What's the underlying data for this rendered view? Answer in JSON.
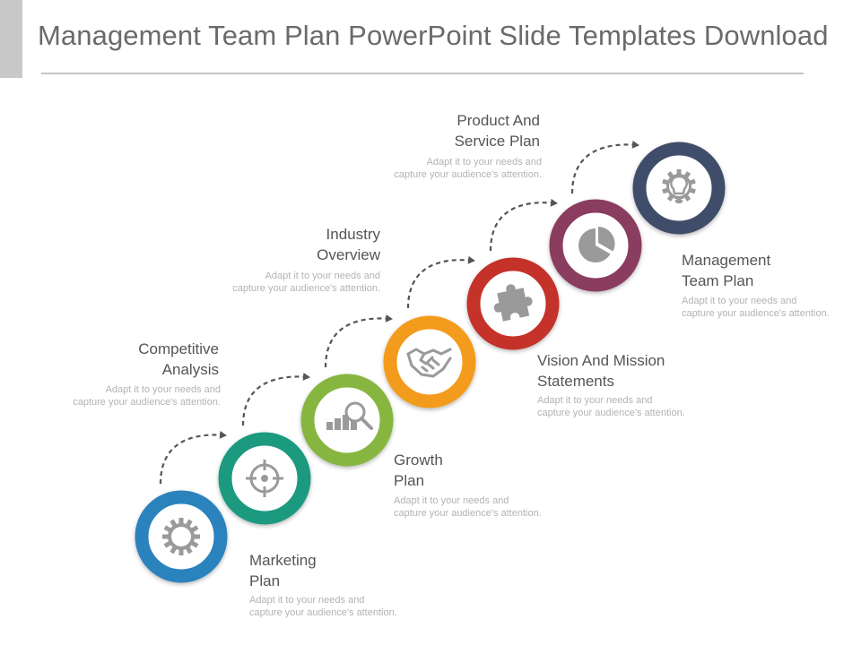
{
  "title": "Management Team Plan PowerPoint Slide Templates Download",
  "steps": [
    {
      "label_1": "Marketing",
      "label_2": "Plan",
      "desc_1": "Adapt it to your needs and",
      "desc_2": "capture your audience's attention.",
      "color": "#2c83bd",
      "icon": "gear-icon"
    },
    {
      "label_1": "Competitive",
      "label_2": "Analysis",
      "desc_1": "Adapt it to your needs and",
      "desc_2": "capture your audience's attention.",
      "color": "#1e9a80",
      "icon": "target-icon"
    },
    {
      "label_1": "Growth",
      "label_2": "Plan",
      "desc_1": "Adapt it to your needs and",
      "desc_2": "capture your audience's attention.",
      "color": "#86b640",
      "icon": "growth-search-icon"
    },
    {
      "label_1": "Industry",
      "label_2": "Overview",
      "desc_1": "Adapt it to your needs and",
      "desc_2": "capture your audience's attention.",
      "color": "#f39b1a",
      "icon": "handshake-icon"
    },
    {
      "label_1": "Vision And Mission",
      "label_2": "Statements",
      "desc_1": "Adapt it to your needs and",
      "desc_2": "capture your audience's attention.",
      "color": "#c4302a",
      "icon": "puzzle-icon"
    },
    {
      "label_1": "Product And",
      "label_2": "Service Plan",
      "desc_1": "Adapt it to your needs and",
      "desc_2": "capture your audience's attention.",
      "color": "#8a3d5f",
      "icon": "pie-chart-icon"
    },
    {
      "label_1": "Management",
      "label_2": "Team Plan",
      "desc_1": "Adapt it to your needs and",
      "desc_2": "capture your audience's attention.",
      "color": "#3f4d6b",
      "icon": "lightbulb-gear-icon"
    }
  ]
}
